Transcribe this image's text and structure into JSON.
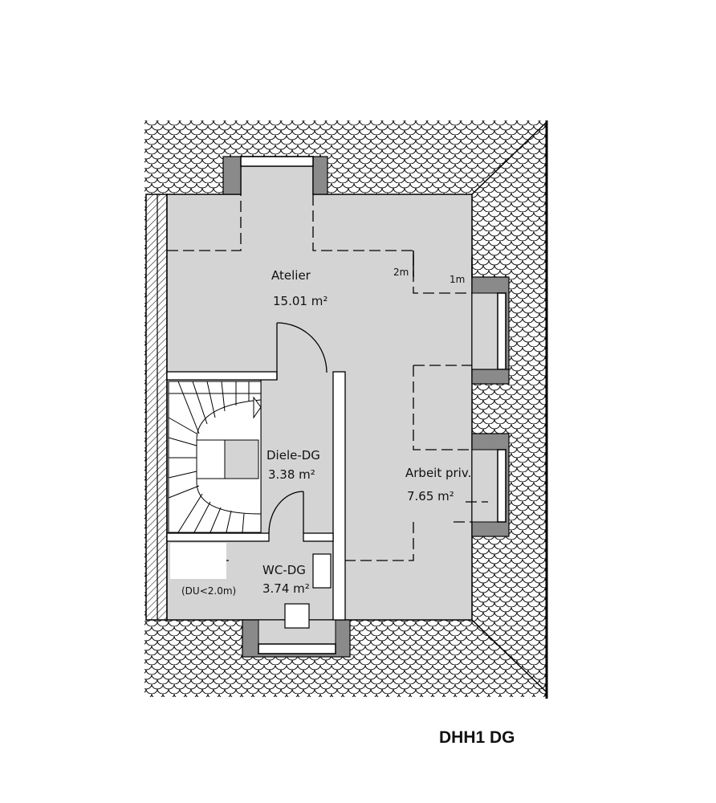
{
  "plan": {
    "caption": "DHH1 DG",
    "rooms": {
      "atelier": {
        "name": "Atelier",
        "area": "15.01 m²"
      },
      "diele": {
        "name": "Diele-DG",
        "area": "3.38 m²"
      },
      "arbeit": {
        "name": "Arbeit priv.",
        "area": "7.65 m²"
      },
      "wc": {
        "name": "WC-DG",
        "area": "3.74 m²",
        "note": "(DU<2.0m)"
      }
    },
    "dimensions": {
      "two_m": "2m",
      "one_m": "1m"
    }
  },
  "colors": {
    "floor": "#d4d4d4",
    "wall": "#8a8a8a",
    "roof_tile": "#111111",
    "line": "#000000"
  }
}
